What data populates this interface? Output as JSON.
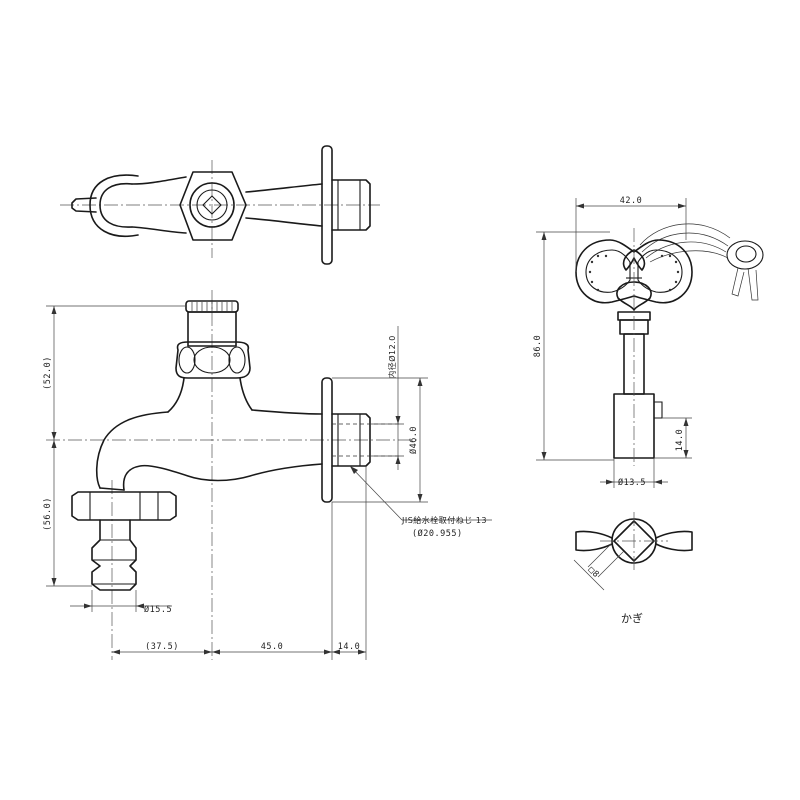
{
  "dimensions": {
    "overall_upper_height": "(52.0)",
    "overall_lower_height": "(56.0)",
    "inner_diameter": "内径Ø12.0",
    "flange_diameter": "Ø46.0",
    "hose_diameter": "Ø15.5",
    "spout_reach": "(37.5)",
    "body_length": "45.0",
    "thread_length": "14.0",
    "key_width": "42.0",
    "key_length": "86.0",
    "key_socket_depth": "14.0",
    "key_shaft_diameter": "Ø13.5",
    "key_square": "□8"
  },
  "callouts": {
    "thread_spec": "JIS給水栓取付ねじ 13",
    "thread_diameter": "(Ø20.955)"
  },
  "captions": {
    "key_label": "かぎ"
  }
}
